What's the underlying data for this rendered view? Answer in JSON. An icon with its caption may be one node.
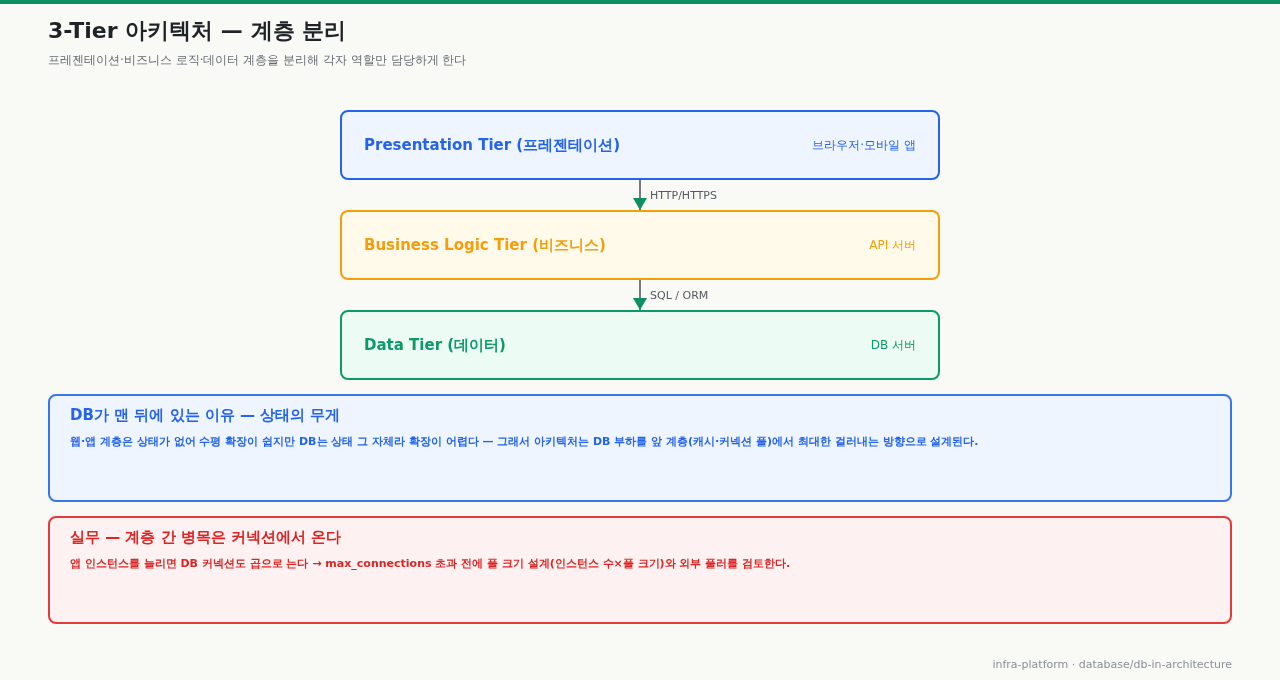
{
  "diagram": {
    "title": "3-Tier 아키텍처 — 계층 분리",
    "nodes": [
      {
        "text": [
          "Presentation Tier (프레젠테이션)",
          "브라우저·모바일 앱"
        ]
      },
      {
        "text": [
          "Business Logic Tier (비즈니스)",
          "API 서버"
        ]
      },
      {
        "text": [
          "Data Tier (데이터)",
          "DB 서버"
        ]
      },
      {
        "text": [
          "DB가 맨 뒤에 있는 이유 — 상태의 무게",
          "웹·앱 계층은 상태가 없어 수평 확장이 쉽지만 DB는 상태 그 자체라 확장이 어렵다 — 그래서 아키텍처는 DB 부하를 앞 계층(캐시·커넥션 풀)에서 최대한 걸러내는 방향으로 설계된다."
        ]
      },
      {
        "text": [
          "실무 — 계층 간 병목은 커넥션에서 온다",
          "앱 인스턴스를 늘리면 DB 커넥션도 곱으로 는다 → max_connections 초과 전에 풀 크기 설계(인스턴스 수×풀 크기)와 외부 풀러를 검토한다."
        ]
      }
    ],
    "edges": [
      {
        "from": 0,
        "to": 1,
        "arrow": "to",
        "label": "HTTP/HTTPS"
      },
      {
        "from": 1,
        "to": 2,
        "arrow": "to",
        "label": "SQL / ORM"
      }
    ],
    "labels": [
      "프레젠테이션·비즈니스 로직·데이터 계층을 분리해 각자 역할만 담당하게 한다",
      "infra-platform · database/db-in-architecture"
    ]
  }
}
